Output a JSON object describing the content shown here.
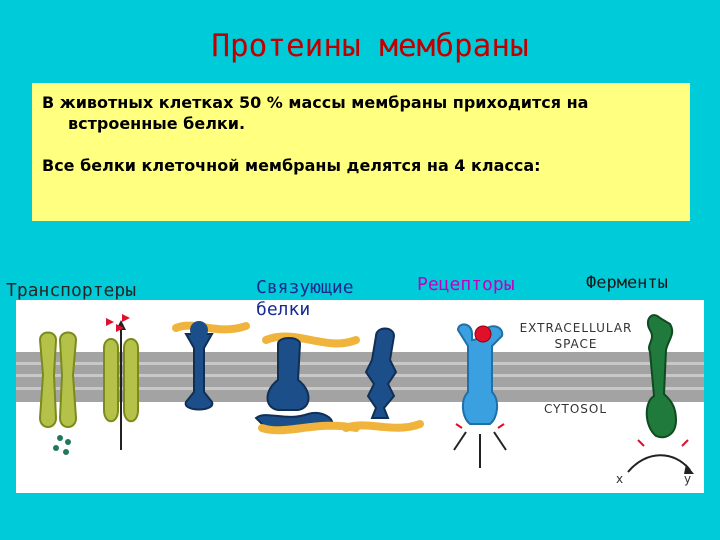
{
  "slide": {
    "title": "Протеины мембраны",
    "text1": "В животных клетках 50 % массы мембраны приходится на встроенные белки.",
    "text2": "Все белки клеточной мембраны делятся на 4 класса:"
  },
  "categories": {
    "transporters": "Транспортеры",
    "binding": "Связующие белки",
    "receptors": "Рецепторы",
    "enzymes": "Ферменты"
  },
  "diagram": {
    "extracellular": "EXTRACELLULAR SPACE",
    "cytosol": "CYTOSOL",
    "x_label": "x",
    "y_label": "y"
  },
  "colors": {
    "background": "#00ccd9",
    "textbox": "#ffff80",
    "membrane": "#9a9a9a",
    "transporter": "#b5c24a",
    "binding_protein": "#1c4f8a",
    "linker": "#f0b43c",
    "receptor": "#3aa0e0",
    "ligand": "#e0102a",
    "enzyme": "#1f7a3c"
  }
}
